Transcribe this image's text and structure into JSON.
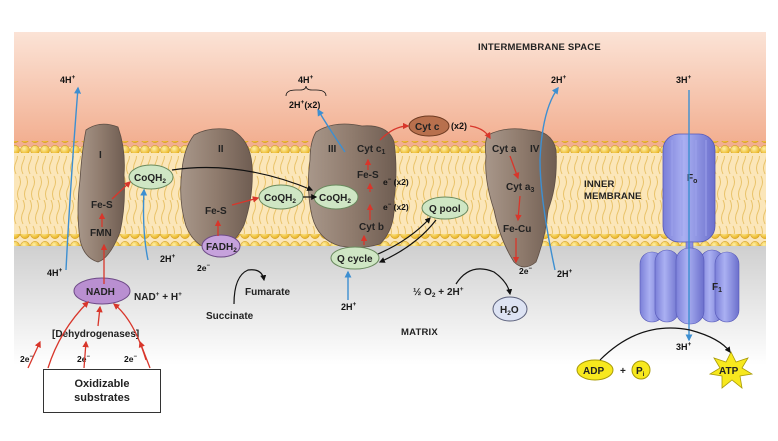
{
  "regions": {
    "intermembrane": "INTERMEMBRANE SPACE",
    "inner_membrane_line1": "INNER",
    "inner_membrane_line2": "MEMBRANE",
    "matrix": "MATRIX"
  },
  "complexes": {
    "c1": "I",
    "c2": "II",
    "c3": "III",
    "c4": "IV",
    "fo": "F",
    "fo_sub": "o",
    "f1": "F",
    "f1_sub": "1"
  },
  "carriers": {
    "coqh2": "CoQH",
    "coqh2_sub": "2",
    "fes": "Fe-S",
    "fmn": "FMN",
    "fadh2": "FADH",
    "fadh2_sub": "2",
    "cytc1": "Cyt c",
    "cytc1_sub": "1",
    "cytb": "Cyt b",
    "qcycle": "Q cycle",
    "qpool": "Q pool",
    "cytc": "Cyt c",
    "cyta": "Cyt a",
    "cyta3": "Cyt a",
    "cyta3_sub": "3",
    "fecu": "Fe-Cu",
    "nadh": "NADH",
    "h2o": "H",
    "h2o_sub": "2",
    "h2o_o": "O"
  },
  "ions": {
    "h4": "4H",
    "h2": "2H",
    "h3": "3H",
    "h1": "H",
    "plus": "+",
    "x2": "(x2)",
    "e2": "2e",
    "eminus": "e",
    "minus": "−"
  },
  "labels": {
    "nad": "NAD",
    "fumarate": "Fumarate",
    "succinate": "Succinate",
    "dehydrogenases": "[Dehydrogenases]",
    "half": "½",
    "o2": "O",
    "o2_sub": "2",
    "adp": "ADP",
    "pi": "P",
    "pi_sub": "i",
    "atp": "ATP"
  },
  "substrates": {
    "line1": "Oxidizable",
    "line2": "substrates"
  },
  "colors": {
    "intermembrane": "#f3b69a",
    "membrane_head": "#f2c12e",
    "protein": "#8f7b6d",
    "fo": "#8c8fe0",
    "electron_arrow": "#d8362b",
    "proton_arrow": "#3d8fd1",
    "oval_green": "#cfe6c4",
    "nadh": "#b98fd1",
    "atp": "#f7e81e"
  }
}
